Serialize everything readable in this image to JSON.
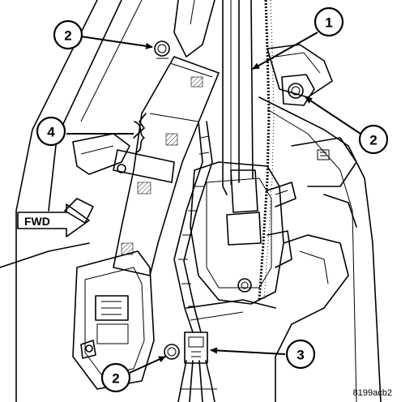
{
  "figure": {
    "id_code": "8199acb2",
    "direction_label": "FWD"
  },
  "callouts": [
    {
      "number": "1",
      "target": "seat-belt-webbing"
    },
    {
      "number": "2",
      "target": "upper-bolt"
    },
    {
      "number": "2",
      "target": "right-bolt"
    },
    {
      "number": "2",
      "target": "lower-bolt"
    },
    {
      "number": "3",
      "target": "connector"
    },
    {
      "number": "4",
      "target": "seat-belt"
    }
  ]
}
